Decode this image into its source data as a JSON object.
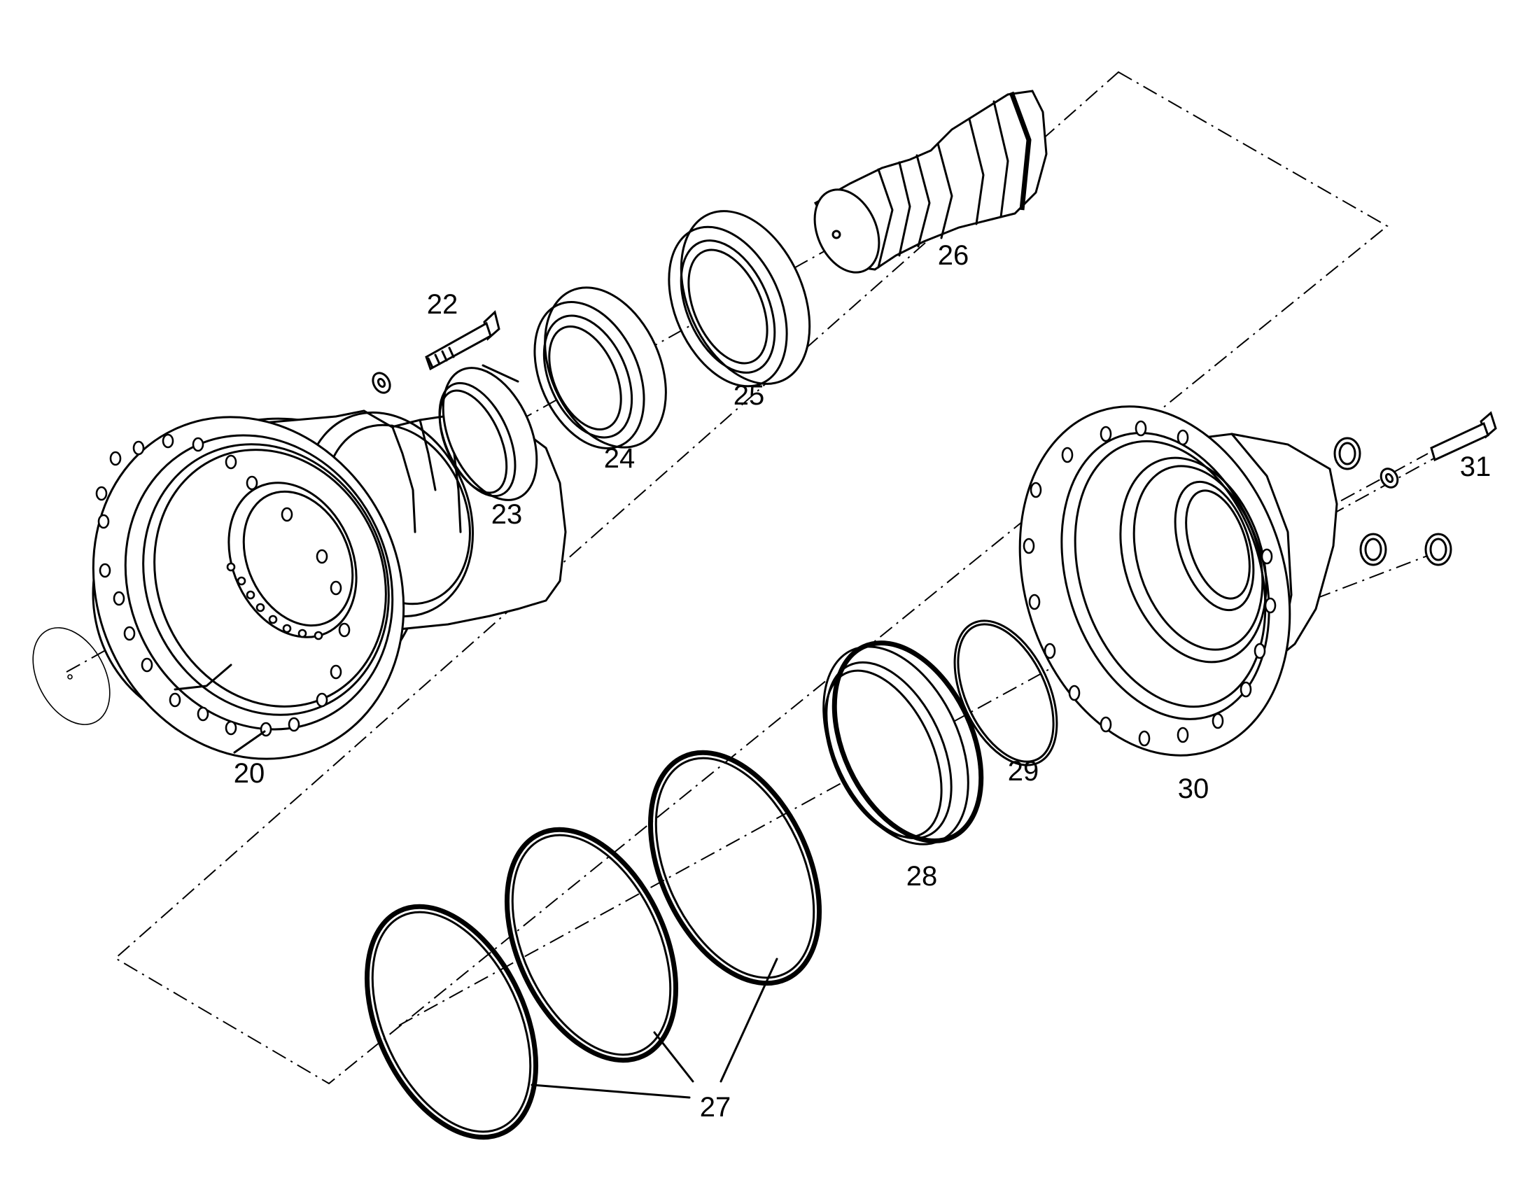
{
  "diagram": {
    "part_labels": {
      "p20": "20",
      "p22": "22",
      "p23": "23",
      "p24": "24",
      "p25": "25",
      "p26": "26",
      "p27": "27",
      "p28": "28",
      "p29": "29",
      "p30": "30",
      "p31": "31"
    }
  }
}
